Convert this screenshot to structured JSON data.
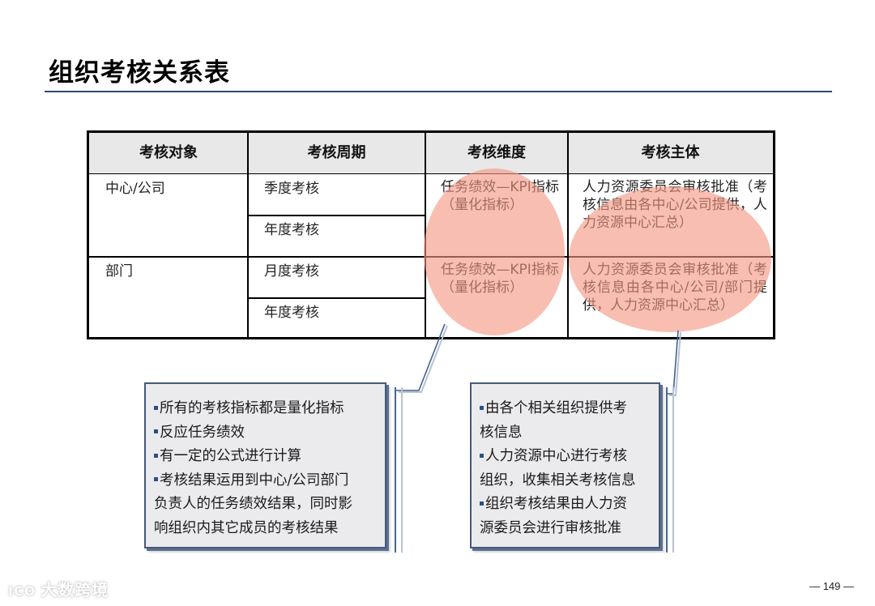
{
  "page": {
    "title": "组织考核关系表",
    "page_number": "— 149 —",
    "watermark": "大数跨境",
    "watermark_logo": "ICO"
  },
  "table": {
    "headers": [
      "考核对象",
      "考核周期",
      "考核维度",
      "考核主体"
    ],
    "rows": [
      {
        "object": "中心/公司",
        "periods": [
          "季度考核",
          "年度考核"
        ],
        "dimension": "任务绩效—KPI指标（量化指标）",
        "subject": "人力资源委员会审核批准（考核信息由各中心/公司提供，人力资源中心汇总）"
      },
      {
        "object": "部门",
        "periods": [
          "月度考核",
          "年度考核"
        ],
        "dimension": "任务绩效—KPI指标（量化指标）",
        "subject": "人力资源委员会审核批准（考核信息由各中心/公司/部门提供，人力资源中心汇总）"
      }
    ]
  },
  "callouts": {
    "left": {
      "lines": [
        {
          "bullet": true,
          "text": "所有的考核指标都是量化指标"
        },
        {
          "bullet": true,
          "text": "反应任务绩效"
        },
        {
          "bullet": true,
          "text": "有一定的公式进行计算"
        },
        {
          "bullet": true,
          "text": "考核结果运用到中心/公司部门"
        },
        {
          "bullet": false,
          "text": "负责人的任务绩效结果，同时影"
        },
        {
          "bullet": false,
          "text": "响组织内其它成员的考核结果"
        }
      ]
    },
    "right": {
      "lines": [
        {
          "bullet": true,
          "text": "由各个相关组织提供考"
        },
        {
          "bullet": false,
          "text": "核信息"
        },
        {
          "bullet": true,
          "text": "人力资源中心进行考核"
        },
        {
          "bullet": false,
          "text": "组织，收集相关考核信息"
        },
        {
          "bullet": true,
          "text": "组织考核结果由人力资"
        },
        {
          "bullet": false,
          "text": "源委员会进行审核批准"
        }
      ]
    }
  },
  "colors": {
    "title_rule": "#2a4a72",
    "header_bg": "#e8e8e8",
    "highlight": "#f69682",
    "callout_bg": "#ebebed",
    "callout_border": "#46597a",
    "bullet": "#2e4f86"
  }
}
